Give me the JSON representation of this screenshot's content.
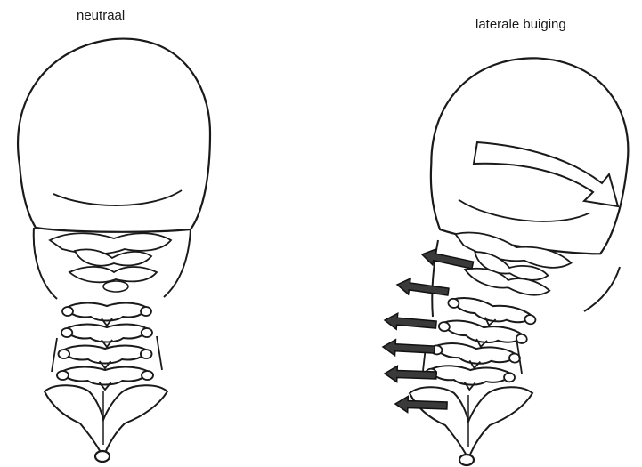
{
  "panels": [
    {
      "id": "neutral",
      "label": "neutraal"
    },
    {
      "id": "lateral",
      "label": "laterale buiging"
    }
  ],
  "colors": {
    "line": "#1a1a1a",
    "arrow_fill": "#3a3a3a",
    "background": "#ffffff"
  },
  "icons": [
    "curved-arrow-icon",
    "force-arrow-icon"
  ]
}
